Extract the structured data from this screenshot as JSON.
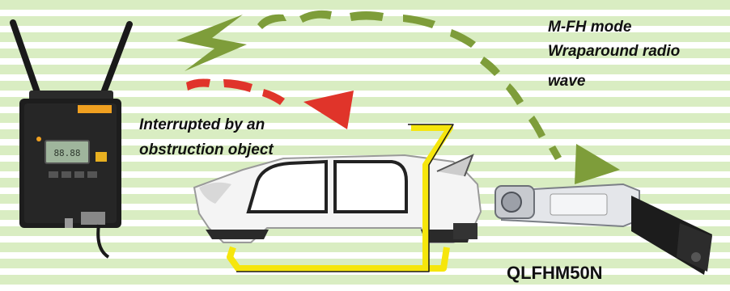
{
  "labels": {
    "mode_line_1": "M-FH mode",
    "mode_line_2": "Wraparound radio",
    "mode_line_3": "wave",
    "obstruction_line_1": "Interrupted by an",
    "obstruction_line_2": "obstruction object",
    "model_name": "QLFHM50N"
  },
  "device": {
    "display_text": "88.88"
  },
  "colors": {
    "background_stripe": "#d9edc2",
    "background": "#ffffff",
    "wraparound_wave": "#7e9d3a",
    "blocked_wave": "#e0342a",
    "jig_frame": "#f6e60c",
    "device_body": "#1d1d1d",
    "device_badge": "#f0a020",
    "car_body": "#f4f4f4"
  },
  "icons": [
    "receiver-device-icon",
    "car-body-icon",
    "torque-wrench-icon",
    "lightning-icon"
  ]
}
